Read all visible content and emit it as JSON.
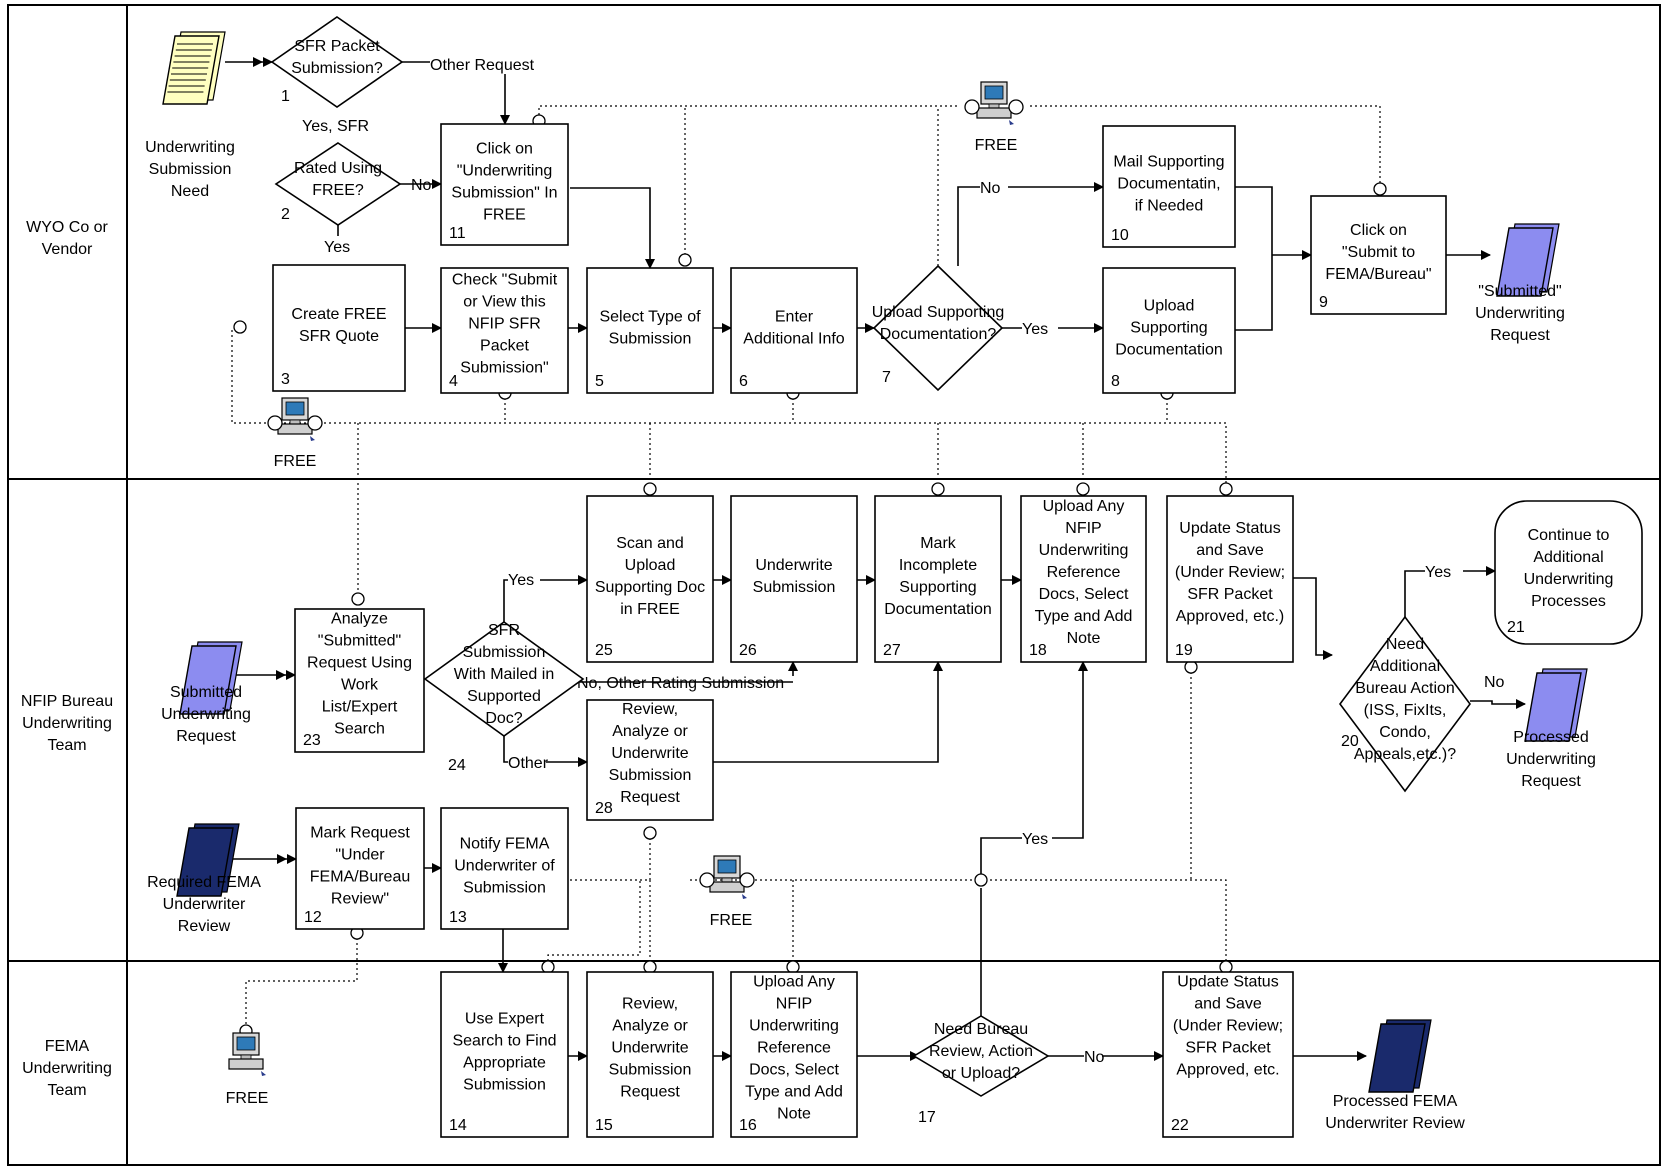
{
  "lanes": [
    {
      "id": "wyo",
      "lines": [
        "WYO Co or",
        "Vendor"
      ]
    },
    {
      "id": "nfip",
      "lines": [
        "NFIP Bureau",
        "Underwriting",
        "Team"
      ]
    },
    {
      "id": "fema",
      "lines": [
        "FEMA",
        "Underwriting",
        "Team"
      ]
    }
  ],
  "processes": [
    {
      "id": "p11",
      "num": "11",
      "lines": [
        "Click on",
        "\"Underwriting",
        "Submission\" In",
        "FREE"
      ]
    },
    {
      "id": "p3",
      "num": "3",
      "lines": [
        "Create FREE",
        "SFR Quote"
      ]
    },
    {
      "id": "p4",
      "num": "4",
      "lines": [
        "Check \"Submit",
        "or View this",
        "NFIP SFR",
        "Packet",
        "Submission\""
      ]
    },
    {
      "id": "p5",
      "num": "5",
      "lines": [
        "Select Type of",
        "Submission"
      ]
    },
    {
      "id": "p6",
      "num": "6",
      "lines": [
        "Enter",
        "Additional Info"
      ]
    },
    {
      "id": "p10",
      "num": "10",
      "lines": [
        "Mail Supporting",
        "Documentatin,",
        "if Needed"
      ]
    },
    {
      "id": "p8",
      "num": "8",
      "lines": [
        "Upload",
        "Supporting",
        "Documentation"
      ]
    },
    {
      "id": "p9",
      "num": "9",
      "lines": [
        "Click on",
        "\"Submit to",
        "FEMA/Bureau\""
      ]
    },
    {
      "id": "p25",
      "num": "25",
      "lines": [
        "Scan and",
        "Upload",
        "Supporting Doc",
        "in FREE"
      ]
    },
    {
      "id": "p26",
      "num": "26",
      "lines": [
        "Underwrite",
        "Submission"
      ]
    },
    {
      "id": "p27",
      "num": "27",
      "lines": [
        "Mark",
        "Incomplete",
        "Supporting",
        "Documentation"
      ]
    },
    {
      "id": "p18",
      "num": "18",
      "lines": [
        "Upload Any",
        "NFIP",
        "Underwriting",
        "Reference",
        "Docs, Select",
        "Type and Add",
        "Note"
      ]
    },
    {
      "id": "p19",
      "num": "19",
      "lines": [
        "Update Status",
        "and Save",
        "(Under Review;",
        "SFR Packet",
        "Approved, etc.)"
      ]
    },
    {
      "id": "p23",
      "num": "23",
      "lines": [
        "Analyze",
        "\"Submitted\"",
        "Request Using",
        "Work",
        "List/Expert",
        "Search"
      ]
    },
    {
      "id": "p28",
      "num": "28",
      "lines": [
        "Review,",
        "Analyze or",
        "Underwrite",
        "Submission",
        "Request"
      ]
    },
    {
      "id": "p12",
      "num": "12",
      "lines": [
        "Mark Request",
        "\"Under",
        "FEMA/Bureau",
        "Review\""
      ]
    },
    {
      "id": "p13",
      "num": "13",
      "lines": [
        "Notify FEMA",
        "Underwriter of",
        "Submission"
      ]
    },
    {
      "id": "p14",
      "num": "14",
      "lines": [
        "Use Expert",
        "Search to Find",
        "Appropriate",
        "Submission"
      ]
    },
    {
      "id": "p15",
      "num": "15",
      "lines": [
        "Review,",
        "Analyze or",
        "Underwrite",
        "Submission",
        "Request"
      ]
    },
    {
      "id": "p16",
      "num": "16",
      "lines": [
        "Upload Any",
        "NFIP",
        "Underwriting",
        "Reference",
        "Docs, Select",
        "Type and Add",
        "Note"
      ]
    },
    {
      "id": "p22",
      "num": "22",
      "lines": [
        "Update Status",
        "and Save",
        "(Under Review;",
        "SFR Packet",
        "Approved, etc.",
        "",
        ""
      ]
    }
  ],
  "terminal": {
    "id": "p21",
    "num": "21",
    "lines": [
      "Continue to",
      "Additional",
      "Underwriting",
      "Processes"
    ]
  },
  "decisions": [
    {
      "id": "d1",
      "num": "1",
      "lines": [
        "SFR Packet",
        "Submission?"
      ]
    },
    {
      "id": "d2",
      "num": "2",
      "lines": [
        "Rated Using",
        "FREE?"
      ]
    },
    {
      "id": "d7",
      "num": "7",
      "lines": [
        "Upload Supporting",
        "Documentation?"
      ]
    },
    {
      "id": "d24",
      "num": "24",
      "lines": [
        "SFR",
        "Submission",
        "With Mailed in",
        "Supported",
        "Doc?"
      ]
    },
    {
      "id": "d20",
      "num": "20",
      "lines": [
        "Need",
        "Additional",
        "Bureau Action",
        "(ISS, FixIts,",
        "Condo,",
        "Appeals,etc.)?"
      ]
    },
    {
      "id": "d17",
      "num": "17",
      "lines": [
        "Need Bureau",
        "Review, Action",
        "or Upload?"
      ]
    }
  ],
  "documents": [
    {
      "id": "doc-need",
      "color": "#FFFFC0",
      "lines": [
        "Underwriting",
        "Submission",
        "Need"
      ]
    },
    {
      "id": "doc-submitted",
      "color": "#8C8CF0",
      "lines": [
        "\"Submitted\"",
        "Underwriting",
        "Request"
      ]
    },
    {
      "id": "doc-submitted2",
      "color": "#8C8CF0",
      "lines": [
        "Submitted",
        "Underwriting",
        "Request"
      ]
    },
    {
      "id": "doc-processed",
      "color": "#8C8CF0",
      "lines": [
        "Processed",
        "Underwriting",
        "Request"
      ]
    },
    {
      "id": "doc-required",
      "color": "#1A2A6C",
      "lines": [
        "Required FEMA",
        "Underwriter",
        "Review"
      ]
    },
    {
      "id": "doc-fema-processed",
      "color": "#1A2A6C",
      "lines": [
        "Processed FEMA",
        "Underwriter Review"
      ]
    }
  ],
  "systems": [
    {
      "id": "sys-top",
      "label": "FREE"
    },
    {
      "id": "sys-left",
      "label": "FREE"
    },
    {
      "id": "sys-mid",
      "label": "FREE"
    },
    {
      "id": "sys-fema",
      "label": "FREE"
    }
  ],
  "edge_labels": {
    "other_request": "Other Request",
    "yes_sfr": "Yes, SFR",
    "no_rated": "No",
    "yes_rated": "Yes",
    "no_upload": "No",
    "yes_upload": "Yes",
    "yes_24": "Yes",
    "no_24": "No, Other Rating Submission",
    "other_24": "Other",
    "yes_20": "Yes",
    "no_20": "No",
    "yes_17": "Yes",
    "no_17": "No"
  },
  "colors": {
    "line": "#000000",
    "doc_yellow": "#FFFFC0",
    "doc_light": "#8C8CF0",
    "doc_dark": "#1A2A6C"
  }
}
